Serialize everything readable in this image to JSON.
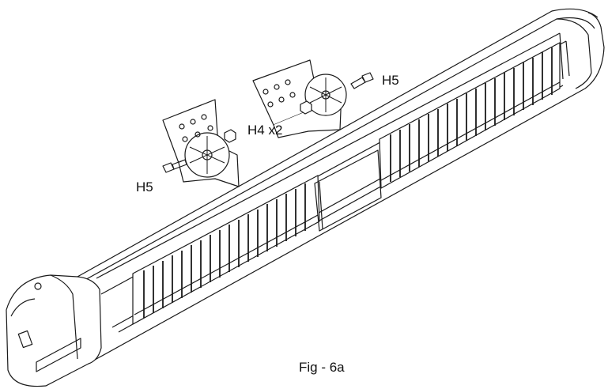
{
  "labels": {
    "h5_top": "H5",
    "h4": "H4 x2",
    "h5_left": "H5"
  },
  "caption": "Fig - 6a",
  "colors": {
    "stroke": "#1a1a1a",
    "fill": "#ffffff",
    "grille": "#dcdcdc"
  }
}
